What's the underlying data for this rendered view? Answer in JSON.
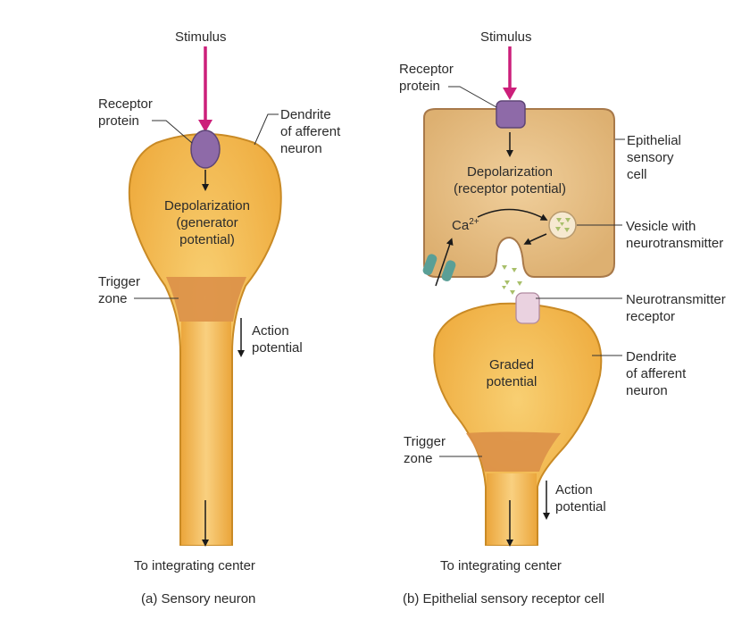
{
  "panel_a": {
    "stimulus": "Stimulus",
    "receptor_protein": "Receptor\nprotein",
    "dendrite": "Dendrite\nof afferent\nneuron",
    "depolarization": "Depolarization\n(generator\npotential)",
    "trigger_zone": "Trigger\nzone",
    "action_potential": "Action\npotential",
    "to_center": "To integrating center",
    "caption": "(a) Sensory neuron"
  },
  "panel_b": {
    "stimulus": "Stimulus",
    "receptor_protein": "Receptor\nprotein",
    "epithelial_cell": "Epithelial\nsensory\ncell",
    "depolarization": "Depolarization\n(receptor potential)",
    "calcium_base": "Ca",
    "calcium_sup": "2+",
    "vesicle": "Vesicle with\nneurotransmitter",
    "nt_receptor": "Neurotransmitter\nreceptor",
    "dendrite": "Dendrite\nof afferent\nneuron",
    "graded": "Graded\npotential",
    "trigger_zone": "Trigger\nzone",
    "action_potential": "Action\npotential",
    "to_center": "To integrating center",
    "caption": "(b) Epithelial sensory receptor cell"
  },
  "colors": {
    "stimulus_arrow": "#cc1f7a",
    "neuron_fill": "#f2b64a",
    "neuron_outline": "#c98a25",
    "trigger_zone": "#dc9048",
    "receptor_protein": "#8e6aa8",
    "epithelial_fill": "#e8c08a",
    "nt_receptor": "#ead2e0",
    "channel": "#5a9f96",
    "neurotransmitter": "#a8bf6a"
  }
}
